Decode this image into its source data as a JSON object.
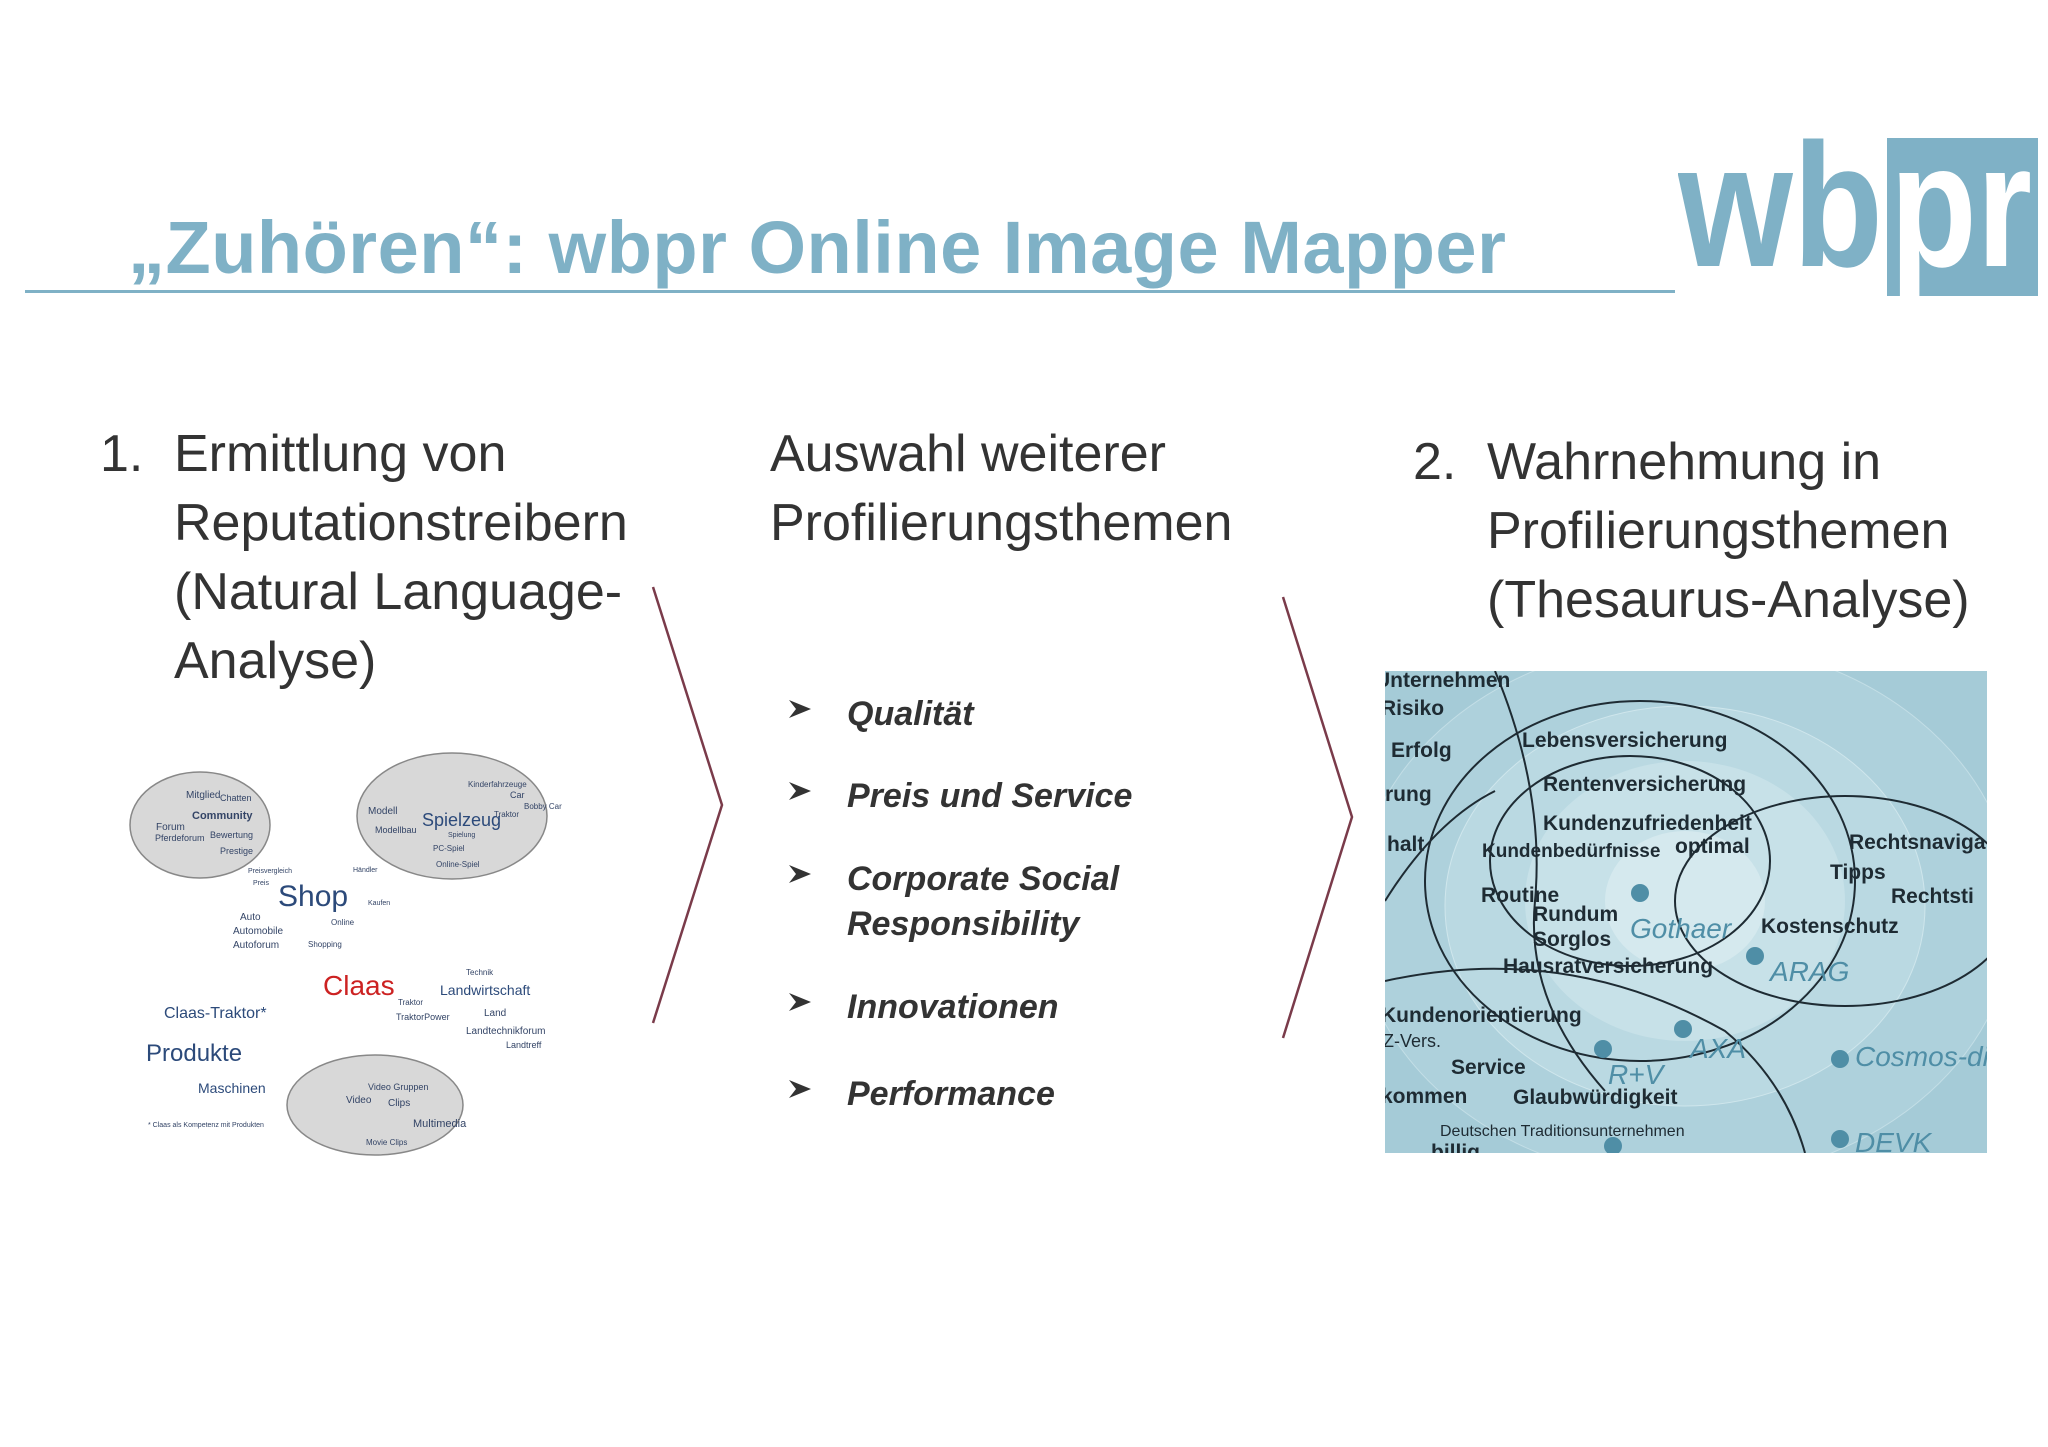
{
  "title": "„Zuhören“: wbpr Online Image Mapper",
  "logo": {
    "text": "wbpr",
    "color": "#7fb1c6"
  },
  "colors": {
    "accent": "#7fb1c6",
    "arrow": "#7a3b4a",
    "text": "#333333"
  },
  "column1": {
    "number": "1.",
    "lines": [
      "Ermittlung von",
      "Reputationstreibern",
      "(Natural Language-",
      "Analyse)"
    ]
  },
  "column2": {
    "lines": [
      "Auswahl weiterer",
      "Profilierungsthemen"
    ]
  },
  "column3": {
    "number": "2.",
    "lines": [
      "Wahrnehmung in",
      "Profilierungsthemen",
      "(Thesaurus-Analyse)"
    ]
  },
  "bullets": [
    "Qualität",
    "Preis und Service",
    "Corporate Social",
    "Responsibility",
    "Innovationen",
    "Performance"
  ],
  "word_cloud": {
    "words": [
      "Mitglied",
      "Chatten",
      "Community",
      "Forum",
      "Pferdeforum",
      "Bewertung",
      "Prestige",
      "Spielzeug",
      "Modell",
      "Modellbau",
      "Kinderfahrzeuge",
      "Car",
      "Bobby Car",
      "Traktor",
      "PC-Spiel",
      "Online-Spiel",
      "Spielung",
      "Shop",
      "Auto",
      "Automobile",
      "Autoforum",
      "Preis",
      "Preisvergleich",
      "Händler",
      "Online",
      "Shopping",
      "Kaufen",
      "Claas",
      "Landwirtschaft",
      "Technik",
      "Traktor",
      "TraktorPower",
      "Land",
      "Landtechnikforum",
      "Landtreff",
      "Claas-Traktor*",
      "Produkte",
      "Maschinen",
      "Video",
      "Video Gruppen",
      "Clips",
      "Multimedia",
      "Movie Clips",
      "* Claas als Kompetenz mit Produkten"
    ]
  },
  "thesaurus": {
    "words": [
      "Unternehmen",
      "Risiko",
      "Erfolg",
      "Lebensversicherung",
      "rung",
      "Rentenversicherung",
      "Kundenzufriedenheit",
      "Rechtsnaviga",
      "halt",
      "Kundenbedürfnisse",
      "optimal",
      "Tipps",
      "Routine",
      "Rechtsti",
      "Rundum",
      "Sorglos",
      "Kostenschutz",
      "Hausratversicherung",
      "Kundenorientierung",
      "Z-Vers.",
      "Service",
      "kommen",
      "Glaubwürdigkeit",
      "Deutschen Traditionsunternehmen",
      "billig"
    ],
    "brands": [
      "Gothaer",
      "ARAG",
      "AXA",
      "R+V",
      "Cosmos-di",
      "DEVK"
    ]
  }
}
